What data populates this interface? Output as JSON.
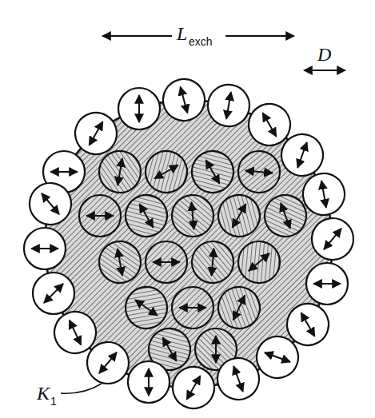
{
  "diagram": {
    "labels": [
      "L",
      "exch",
      "D",
      "K",
      "1"
    ]
  }
}
